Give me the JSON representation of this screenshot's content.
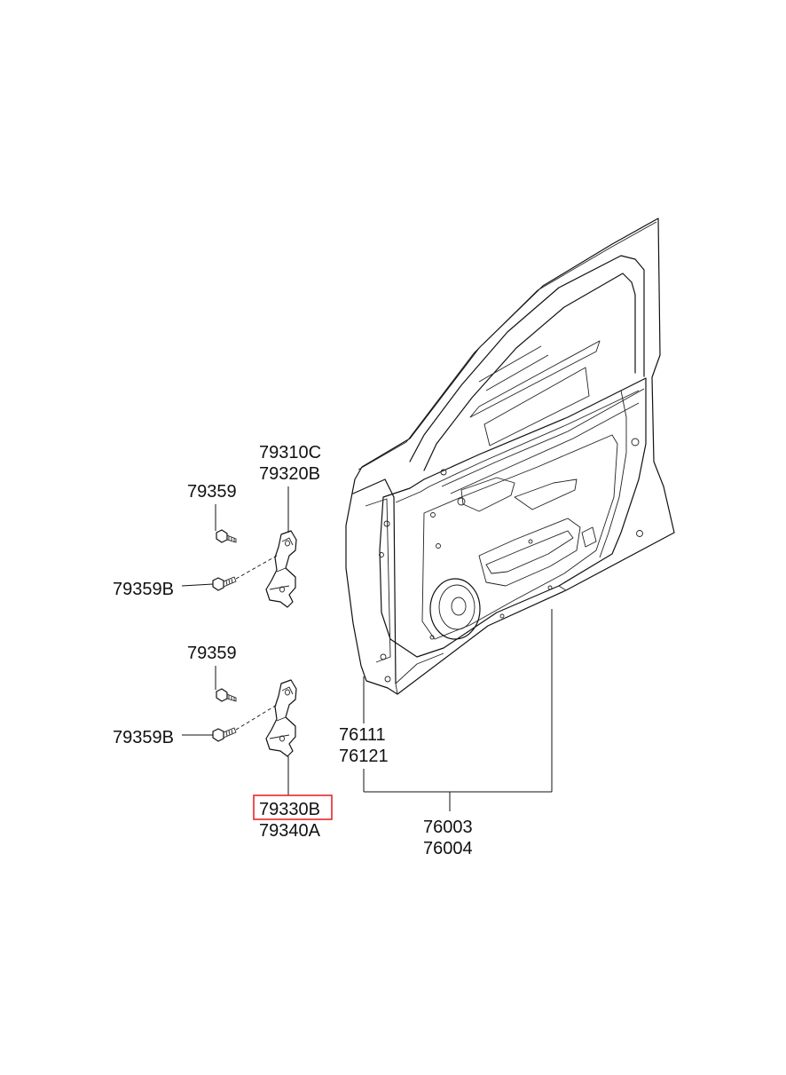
{
  "parts": {
    "upper_hinge_a": "79310C",
    "upper_hinge_b": "79320B",
    "upper_bolt": "79359",
    "upper_bolt_b": "79359B",
    "lower_bolt": "79359",
    "lower_bolt_b": "79359B",
    "lower_hinge_a": "79330B",
    "lower_hinge_b": "79340A",
    "door_panel_a": "76111",
    "door_panel_b": "76121",
    "door_assy_a": "76003",
    "door_assy_b": "76004"
  },
  "highlight": {
    "part": "79330B",
    "color": "#e8262b"
  }
}
